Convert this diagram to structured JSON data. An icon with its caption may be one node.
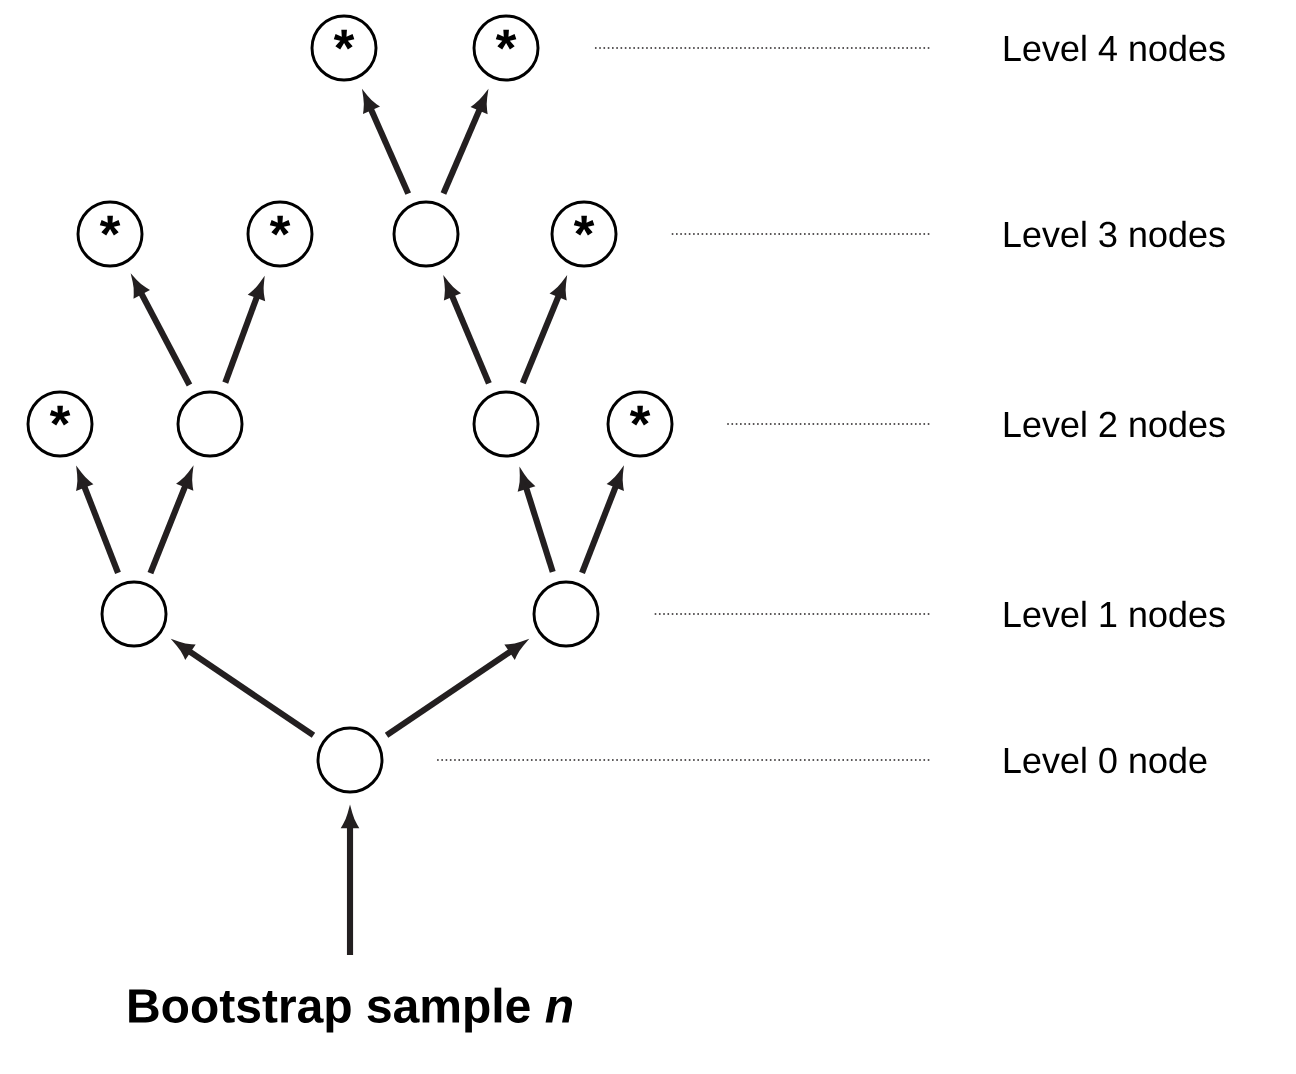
{
  "diagram": {
    "nodes": [
      {
        "text": [
          "*"
        ]
      },
      {
        "text": [
          "*"
        ]
      },
      {
        "text": [
          "Level 4 nodes"
        ]
      },
      {
        "text": [
          "*"
        ]
      },
      {
        "text": [
          "*"
        ]
      },
      {
        "text": [],
        "shape": "circle"
      },
      {
        "text": [
          "*"
        ]
      },
      {
        "text": [
          "Level 3 nodes"
        ]
      },
      {
        "text": [
          "*"
        ]
      },
      {
        "text": [],
        "shape": "circle"
      },
      {
        "text": [],
        "shape": "circle"
      },
      {
        "text": [
          "*"
        ]
      },
      {
        "text": [
          "Level 2 nodes"
        ]
      },
      {
        "text": [],
        "shape": "circle"
      },
      {
        "text": [],
        "shape": "circle"
      },
      {
        "text": [
          "Level 1 nodes"
        ]
      },
      {
        "text": [],
        "shape": "circle"
      },
      {
        "text": [
          "Level 0 node"
        ]
      },
      {
        "text": [
          "Bootstrap sample *n*"
        ]
      }
    ],
    "edges": [
      {
        "from": 18,
        "to": 16,
        "arrow": "to"
      },
      {
        "from": 16,
        "to": 13,
        "arrow": "to"
      },
      {
        "from": 16,
        "to": 14,
        "arrow": "to"
      },
      {
        "from": 13,
        "to": 8,
        "arrow": "to"
      },
      {
        "from": 13,
        "to": 9,
        "arrow": "to"
      },
      {
        "from": 9,
        "to": 3,
        "arrow": "to"
      },
      {
        "from": 9,
        "to": 4,
        "arrow": "to"
      },
      {
        "from": 14,
        "to": 10,
        "arrow": "to"
      },
      {
        "from": 14,
        "to": 11,
        "arrow": "to"
      },
      {
        "from": 10,
        "to": 5,
        "arrow": "to"
      },
      {
        "from": 10,
        "to": 6,
        "arrow": "to"
      },
      {
        "from": 5,
        "to": 0,
        "arrow": "to"
      },
      {
        "from": 5,
        "to": 1,
        "arrow": "to"
      },
      {
        "from": 2,
        "to": 1,
        "arrow": "none",
        "style": "dashed"
      },
      {
        "from": 7,
        "to": 6,
        "arrow": "none",
        "style": "dashed"
      },
      {
        "from": 12,
        "to": 11,
        "arrow": "none",
        "style": "dashed"
      },
      {
        "from": 15,
        "to": 14,
        "arrow": "none",
        "style": "dashed"
      },
      {
        "from": 17,
        "to": 16,
        "arrow": "none",
        "style": "dashed"
      }
    ]
  }
}
